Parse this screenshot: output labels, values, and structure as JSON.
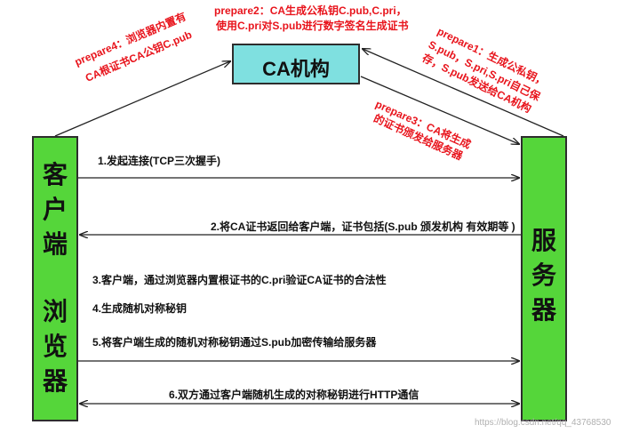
{
  "ca": {
    "label": "CA机构"
  },
  "client": {
    "line1": "客\n户\n端",
    "line2": "浏\n览\n器"
  },
  "server": {
    "label": "服\n务\n器"
  },
  "prepare": {
    "p1_line1": "prepare1：生成公私钥，",
    "p1_line2": "S.pub，S.pri,S.pri自己保",
    "p1_line3": "存，S.pub发送给CA机构",
    "p2_line1": "prepare2：CA生成公私钥C.pub,C.pri，",
    "p2_line2": "使用C.pri对S.pub进行数字签名生成证书",
    "p3_line1": "prepare3：CA将生成",
    "p3_line2": "的证书颁发给服务器",
    "p4_line1": "prepare4：浏览器内置有",
    "p4_line2": "CA根证书CA公钥C.pub"
  },
  "steps": {
    "s1": "1.发起连接(TCP三次握手)",
    "s2": "2.将CA证书返回给客户端，证书包括(S.pub 颁发机构 有效期等 )",
    "s3": "3.客户端，通过浏览器内置根证书的C.pri验证CA证书的合法性",
    "s4": "4.生成随机对称秘钥",
    "s5": "5.将客户端生成的随机对称秘钥通过S.pub加密传输给服务器",
    "s6": "6.双方通过客户端随机生成的对称秘钥进行HTTP通信"
  },
  "watermark": "https://blog.csdn.net/qq_43768530",
  "colors": {
    "node_green": "#55d63a",
    "ca_cyan": "#7fe0e0",
    "annotation_red": "#e8141c"
  }
}
